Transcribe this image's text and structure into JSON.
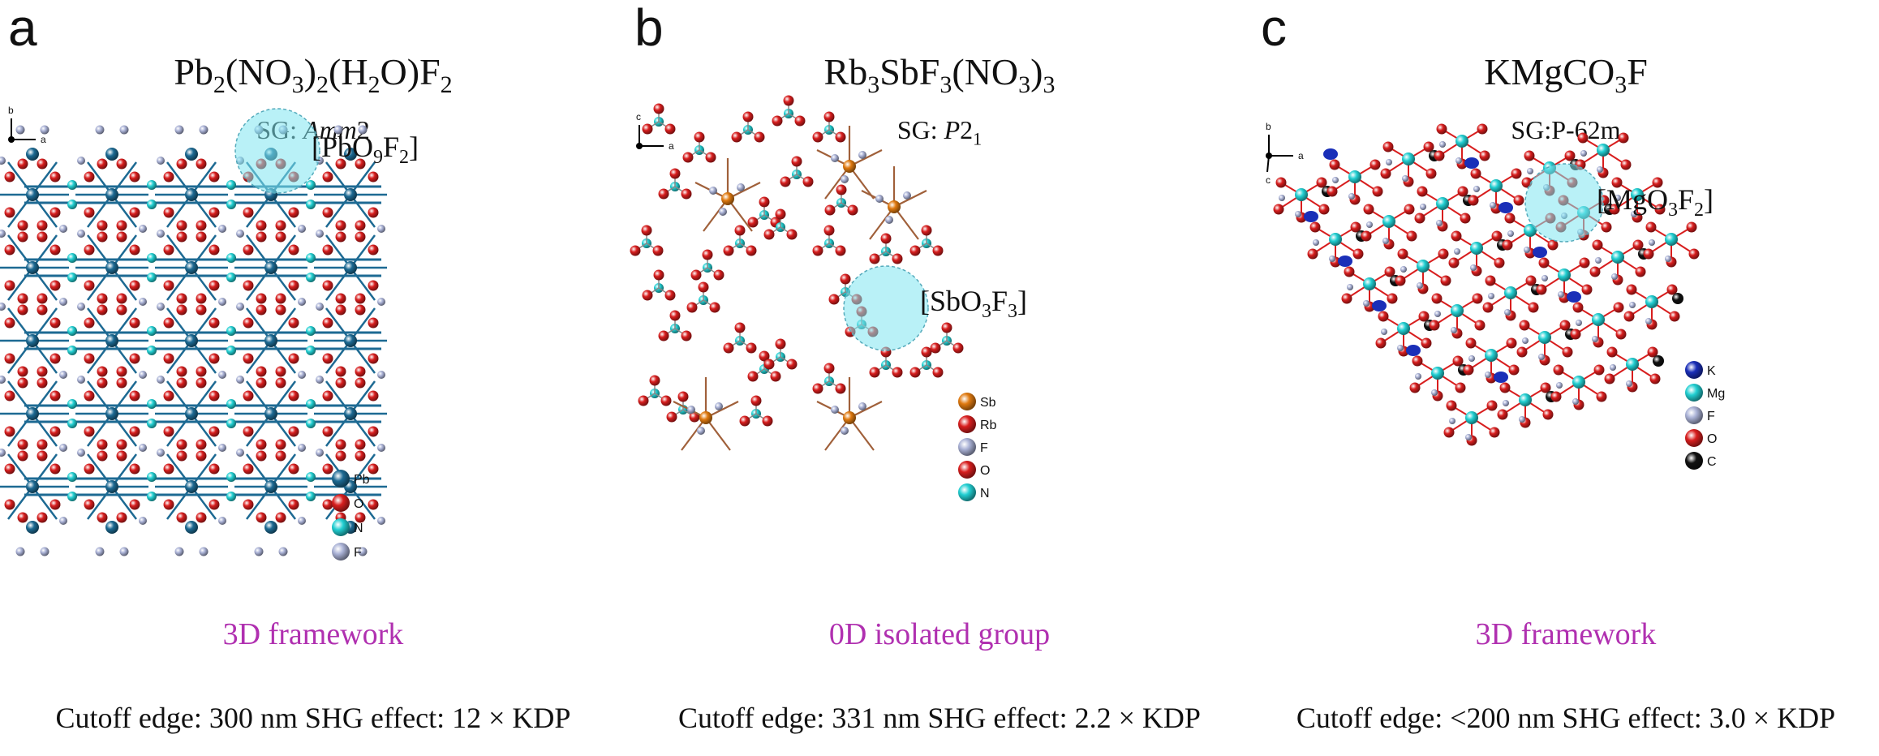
{
  "panels": [
    {
      "letter": "a",
      "formula": [
        [
          "Pb",
          ""
        ],
        [
          "2",
          "sub"
        ],
        [
          "(NO",
          ""
        ],
        [
          "3",
          "sub"
        ],
        [
          ")",
          ""
        ],
        [
          "2",
          "sub"
        ],
        [
          "(H",
          ""
        ],
        [
          "2",
          "sub"
        ],
        [
          "O)F",
          ""
        ],
        [
          "2",
          "sub"
        ]
      ],
      "sg": [
        [
          "SG: ",
          ""
        ],
        [
          "Amm",
          "i"
        ],
        [
          "2",
          ""
        ]
      ],
      "group": [
        [
          "[PbO",
          ""
        ],
        [
          "9",
          "sub"
        ],
        [
          "F",
          ""
        ],
        [
          "2",
          "sub"
        ],
        [
          "]",
          ""
        ]
      ],
      "legend": [
        "Pb",
        "O",
        "N",
        "F"
      ],
      "axes": {
        "v": "b",
        "h": "a"
      },
      "dimensionality": "3D framework",
      "cutoff": "Cutoff edge: 300 nm SHG effect: 12 × KDP"
    },
    {
      "letter": "b",
      "formula": [
        [
          "Rb",
          ""
        ],
        [
          "3",
          "sub"
        ],
        [
          "SbF",
          ""
        ],
        [
          "3",
          "sub"
        ],
        [
          "(NO",
          ""
        ],
        [
          "3",
          "sub"
        ],
        [
          ")",
          ""
        ],
        [
          "3",
          "sub"
        ]
      ],
      "sg": [
        [
          "SG: ",
          ""
        ],
        [
          "P",
          "i"
        ],
        [
          "2",
          ""
        ],
        [
          "1",
          "sub"
        ]
      ],
      "group": [
        [
          "[SbO",
          ""
        ],
        [
          "3",
          "sub"
        ],
        [
          "F",
          ""
        ],
        [
          "3",
          "sub"
        ],
        [
          "]",
          ""
        ]
      ],
      "legend": [
        "Sb",
        "Rb",
        "F",
        "O",
        "N"
      ],
      "axes": {
        "v": "c",
        "h": "a"
      },
      "dimensionality": "0D isolated group",
      "cutoff": "Cutoff edge: 331 nm SHG effect: 2.2 × KDP"
    },
    {
      "letter": "c",
      "formula": [
        [
          "KMgCO",
          ""
        ],
        [
          "3",
          "sub"
        ],
        [
          "F",
          ""
        ]
      ],
      "sg": [
        [
          "SG:P-62m",
          ""
        ]
      ],
      "group": [
        [
          "[MgO",
          ""
        ],
        [
          "3",
          "sub"
        ],
        [
          "F",
          ""
        ],
        [
          "2",
          "sub"
        ],
        [
          "]",
          ""
        ]
      ],
      "legend": [
        "K",
        "Mg",
        "F",
        "O",
        "C"
      ],
      "axes": {
        "v": "b",
        "h": "a",
        "d": "c"
      },
      "dimensionality": "3D framework",
      "cutoff": "Cutoff edge: <200 nm SHG effect: 3.0 × KDP"
    }
  ],
  "atom_colors": {
    "Pb": "#1d6a93",
    "O": "#d81e1e",
    "N": "#22cfd2",
    "F": "#aab2d6",
    "Sb": "#e07a10",
    "Rb": "#d81e1e",
    "K": "#1a2fb8",
    "Mg": "#22cfd2",
    "C": "#111111"
  },
  "bond_colors": {
    "a": "#1d6a93",
    "b": "#a0603a",
    "c": "#1d6a93"
  }
}
